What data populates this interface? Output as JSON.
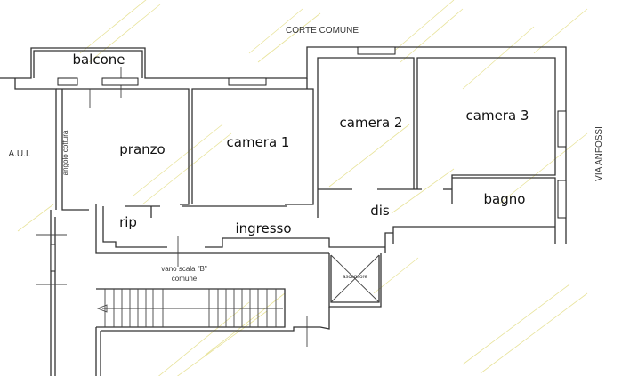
{
  "labels": {
    "corte_comune": "CORTE COMUNE",
    "balcone": "balcone",
    "pranzo": "pranzo",
    "angolo_cottura": "angolo cottura",
    "camera1": "camera 1",
    "camera2": "camera 2",
    "camera3": "camera 3",
    "bagno": "bagno",
    "dis": "dis",
    "rip": "rip",
    "ingresso": "ingresso",
    "aui": "A.U.I.",
    "via": "VIA ANFOSSI",
    "vano_scala": "vano scala \"B\"",
    "comune": "comune",
    "ascensore": "ascensore"
  },
  "colors": {
    "wall": "#333333",
    "watermark": "#e8e39a"
  }
}
